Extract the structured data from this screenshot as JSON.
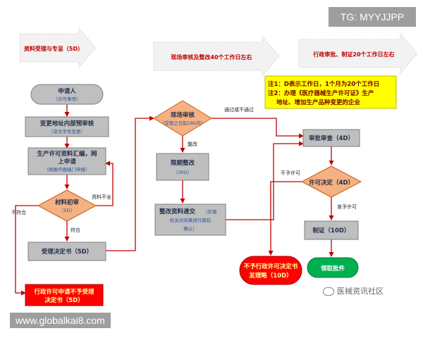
{
  "watermarks": {
    "top_right": "TG: MYYJJPP",
    "bottom_left": "www.globalkai8.com",
    "bottom_right": "医械资讯社区"
  },
  "banners": [
    {
      "id": "phase1",
      "text": "资料受理与专呈（5D）"
    },
    {
      "id": "phase2",
      "text": "现场审核及整改40个工作日左右"
    },
    {
      "id": "phase3",
      "text": "行政审批、制证20个工作日左右"
    }
  ],
  "note": {
    "line1": "注1：D表示工作日，1个月为20个工作日",
    "line2": "注2：办理《医疗器械生产许可证》生产",
    "line3": "地址、增加生产品种变更的企业"
  },
  "nodes": {
    "apply": {
      "title": "申请人",
      "sub": "（许可事项）"
    },
    "prereview": {
      "title": "变更地址内部预审核",
      "sub": "（非文字性变更）"
    },
    "compile": {
      "title1": "生产许可资料汇编，网",
      "title2": "上申请",
      "sub": "（网报作撤编门申报）"
    },
    "initial": {
      "title": "材料初审",
      "sub": "（5D）"
    },
    "accept": {
      "title": "受理决定书（5D）"
    },
    "reject_notice": {
      "line1": "行政许可申请不予受理",
      "line2": "决定书（5D）"
    },
    "onsite": {
      "title": "现场审核",
      "sub": "（受理之日起180内）"
    },
    "rectify": {
      "title": "限期整改",
      "sub": "（30D）"
    },
    "resubmit": {
      "line1": "整改资料递交",
      "line1b": "（实施",
      "line2": "机关对结果进行跟踪",
      "line3": "确认）"
    },
    "approval_review": {
      "title": "审批审查（4D）"
    },
    "decision": {
      "title": "许可决定（4D）"
    },
    "cert": {
      "title": "制证（10D）"
    },
    "deny_notice": {
      "line1": "不予行政许可决定书",
      "line2": "发理略（10D）"
    },
    "collect": {
      "title": "领取批件"
    }
  },
  "edge_labels": {
    "incomplete": "资料不全",
    "noncompliant": "不符合",
    "compliant": "符合",
    "rectify": "整改",
    "pass_or_fail": "通过或不通过",
    "deny": "不予许可",
    "grant": "准予许可"
  },
  "colors": {
    "node_fill": "#bfbfbf",
    "node_stroke": "#7f7f7f",
    "diamond_fill": "#f4b183",
    "reject_fill": "#ff0000",
    "success_fill": "#00b050",
    "edge_color": "#c00000",
    "note_fill": "#ffff00",
    "banner_fill": "#f2f2f2"
  }
}
